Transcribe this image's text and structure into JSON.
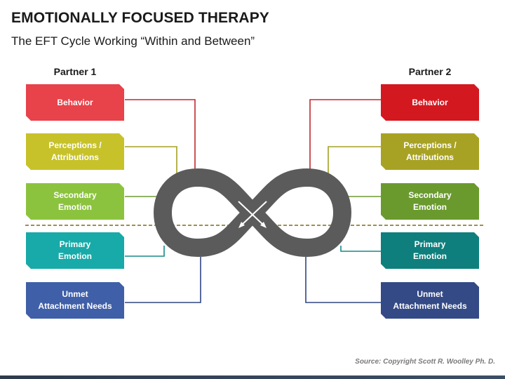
{
  "title": "EMOTIONALLY FOCUSED THERAPY",
  "subtitle": "The EFT Cycle Working “Within and Between”",
  "partner1": {
    "label": "Partner 1",
    "boxes": [
      {
        "text": "Behavior",
        "color": "#e8424a"
      },
      {
        "text": "Perceptions /\nAttributions",
        "color": "#c7c22a"
      },
      {
        "text": "Secondary\nEmotion",
        "color": "#8cc33e"
      },
      {
        "text": "Primary\nEmotion",
        "color": "#17aaa8"
      },
      {
        "text": "Unmet\nAttachment Needs",
        "color": "#3f5fa8"
      }
    ]
  },
  "partner2": {
    "label": "Partner 2",
    "boxes": [
      {
        "text": "Behavior",
        "color": "#d41820"
      },
      {
        "text": "Perceptions /\nAttributions",
        "color": "#a8a224"
      },
      {
        "text": "Secondary\nEmotion",
        "color": "#6a9a2e"
      },
      {
        "text": "Primary\nEmotion",
        "color": "#0e7f7d"
      },
      {
        "text": "Unmet\nAttachment Needs",
        "color": "#344a86"
      }
    ]
  },
  "connector_colors": [
    "#c0282e",
    "#a3a023",
    "#6f9a33",
    "#168a88",
    "#2e4684"
  ],
  "infinity_color": "#5b5b5b",
  "divider_color": "#7a6a1c",
  "source": "Source: Copyright Scott R. Woolley Ph. D."
}
